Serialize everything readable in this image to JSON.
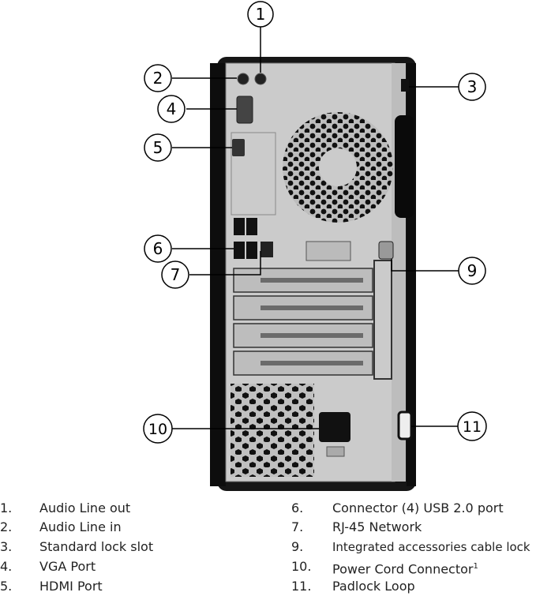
{
  "callouts": [
    "1",
    "2",
    "3",
    "4",
    "5",
    "6",
    "7",
    "9",
    "10",
    "11"
  ],
  "legend": [
    {
      "num": "1.",
      "label": "Audio Line out"
    },
    {
      "num": "2.",
      "label": "Audio Line in"
    },
    {
      "num": "3.",
      "label": "Standard lock slot"
    },
    {
      "num": "4.",
      "label": "VGA Port"
    },
    {
      "num": "5.",
      "label": "HDMI Port"
    },
    {
      "num": "6.",
      "label": "Connector (4) USB 2.0 port"
    },
    {
      "num": "7.",
      "label": "RJ-45 Network"
    },
    {
      "num": "9.",
      "label": "Integrated accessories cable lock"
    },
    {
      "num": "10.",
      "label": "Power Cord Connector",
      "footnote": "1"
    },
    {
      "num": "11.",
      "label": "Padlock Loop"
    }
  ],
  "colors": {
    "case": "#1a1a1a",
    "panel": "#c9c9c9",
    "line": "#000000"
  }
}
